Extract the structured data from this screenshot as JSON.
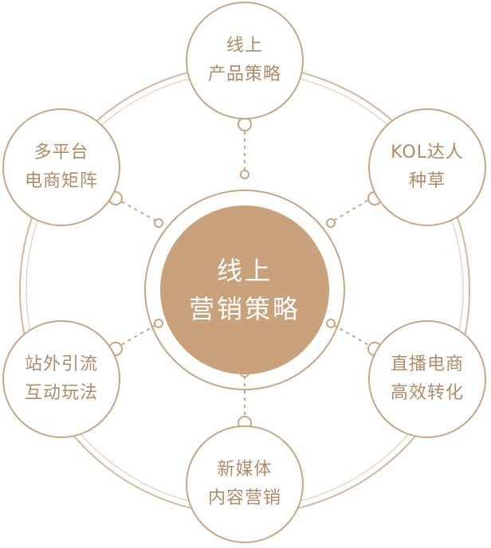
{
  "center": {
    "line1": "线上",
    "line2": "营销策略"
  },
  "nodes": [
    {
      "line1": "线上",
      "line2": "产品策略"
    },
    {
      "line1": "KOL达人",
      "line2": "种草"
    },
    {
      "line1": "直播电商",
      "line2": "高效转化"
    },
    {
      "line1": "新媒体",
      "line2": "内容营销"
    },
    {
      "line1": "站外引流",
      "line2": "互动玩法"
    },
    {
      "line1": "多平台",
      "line2": "电商矩阵"
    }
  ],
  "colors": {
    "stroke": "#c8a585",
    "text": "#b28a68",
    "center_fill": "#c9a17b"
  }
}
